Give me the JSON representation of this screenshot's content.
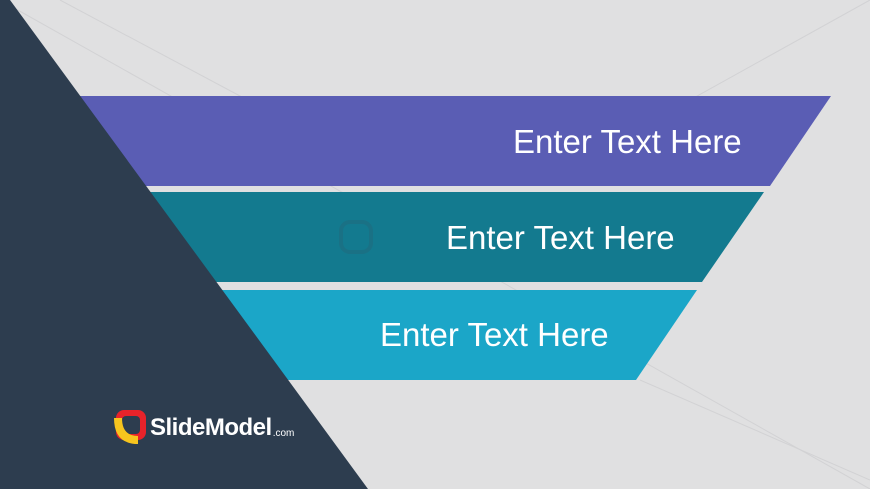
{
  "slide": {
    "bars": [
      {
        "label": "Enter Text Here",
        "color": "#5a5db4"
      },
      {
        "label": "Enter Text Here",
        "color": "#137a8f"
      },
      {
        "label": "Enter Text Here",
        "color": "#1ba6c8"
      }
    ],
    "background_color": "#e0e0e1",
    "diagonal_band_color": "#2d3d4f",
    "logo": {
      "brand": "SlideModel",
      "suffix": ".com",
      "icon": "slidemodel-logo-icon",
      "icon_colors": [
        "#e8232a",
        "#f7c51e"
      ]
    }
  }
}
